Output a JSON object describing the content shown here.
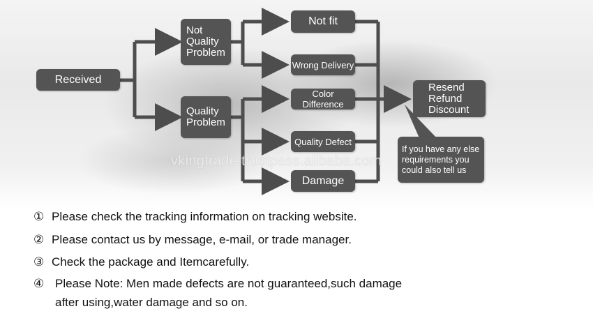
{
  "flow": {
    "received": "Received",
    "not_quality": "Not\nQuality\nProblem",
    "quality": "Quality\nProblem",
    "not_fit": "Not fit",
    "wrong_delivery": "Wrong Delivery",
    "color_difference": "Color Difference",
    "quality_defect": "Quality Defect",
    "damage": "Damage",
    "outcome": "Resend\nRefund\nDiscount",
    "callout": "If you have any else\nrequirements you\ncould also tell us"
  },
  "watermark": "vkingtrade.trustpass.alibaba.com",
  "notes": [
    {
      "num": "①",
      "text": "Please check the tracking information on tracking website."
    },
    {
      "num": "②",
      "text": "Please contact us by message, e-mail, or trade manager."
    },
    {
      "num": "③",
      "text": "Check the package and Itemcarefully."
    },
    {
      "num": "④",
      "text": "Please Note: Men made defects  are not guaranteed,such damage"
    }
  ],
  "note_continuation": "after using,water damage and so on.",
  "colors": {
    "box": "#545454",
    "connector": "#4d4d4d",
    "text": "#111111"
  }
}
